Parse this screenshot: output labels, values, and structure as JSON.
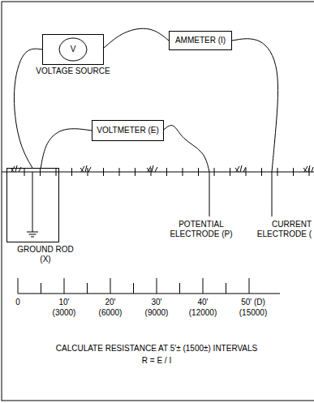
{
  "diagram": {
    "nodes": [
      {
        "text": [
          "V",
          "VOLTAGE SOURCE"
        ]
      },
      {
        "text": [
          "AMMETER (I)"
        ]
      },
      {
        "text": [
          "VOLTMETER (E)"
        ]
      },
      {
        "text": [
          "GROUND ROD (X)"
        ]
      }
    ],
    "edges": [
      {
        "from": 0,
        "to": 1,
        "arrow": "none"
      },
      {
        "from": 0,
        "to": 3,
        "arrow": "none"
      },
      {
        "from": 2,
        "to": 3,
        "arrow": "none"
      }
    ],
    "labels": [
      "POTENTIAL ELECTRODE (P)",
      "CURRENT ELECTRODE (",
      "0",
      "10'",
      "(3000)",
      "20'",
      "(6000)",
      "30'",
      "(9000)",
      "40'",
      "(12000)",
      "50' (D)",
      "(15000)",
      "CALCULATE RESISTANCE AT 5'± (1500±) INTERVALS",
      "R = E / I"
    ]
  }
}
